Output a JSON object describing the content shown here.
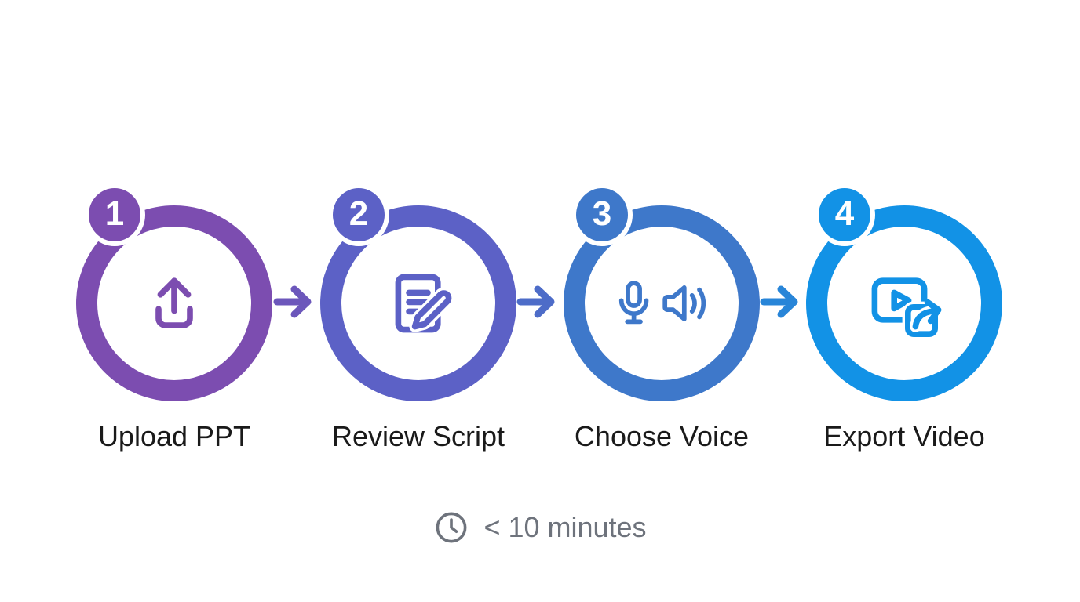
{
  "text": {
    "label_color": "#1A1A1A",
    "background": "#FFFFFF"
  },
  "steps": [
    {
      "number": "1",
      "label": "Upload PPT",
      "color": "#7C4DB0",
      "icon": "upload-icon"
    },
    {
      "number": "2",
      "label": "Review Script",
      "color": "#5C61C6",
      "icon": "edit-document-icon"
    },
    {
      "number": "3",
      "label": "Choose Voice",
      "color": "#3E78CA",
      "icon": "microphone-speaker-icon"
    },
    {
      "number": "4",
      "label": "Export Video",
      "color": "#1292E6",
      "icon": "video-export-icon"
    }
  ],
  "arrows": [
    {
      "color": "#6C57BB"
    },
    {
      "color": "#4D6CC8"
    },
    {
      "color": "#2885D8"
    }
  ],
  "footer": {
    "duration_text": "< 10 minutes",
    "icon": "clock-icon",
    "color": "#6E737C"
  }
}
